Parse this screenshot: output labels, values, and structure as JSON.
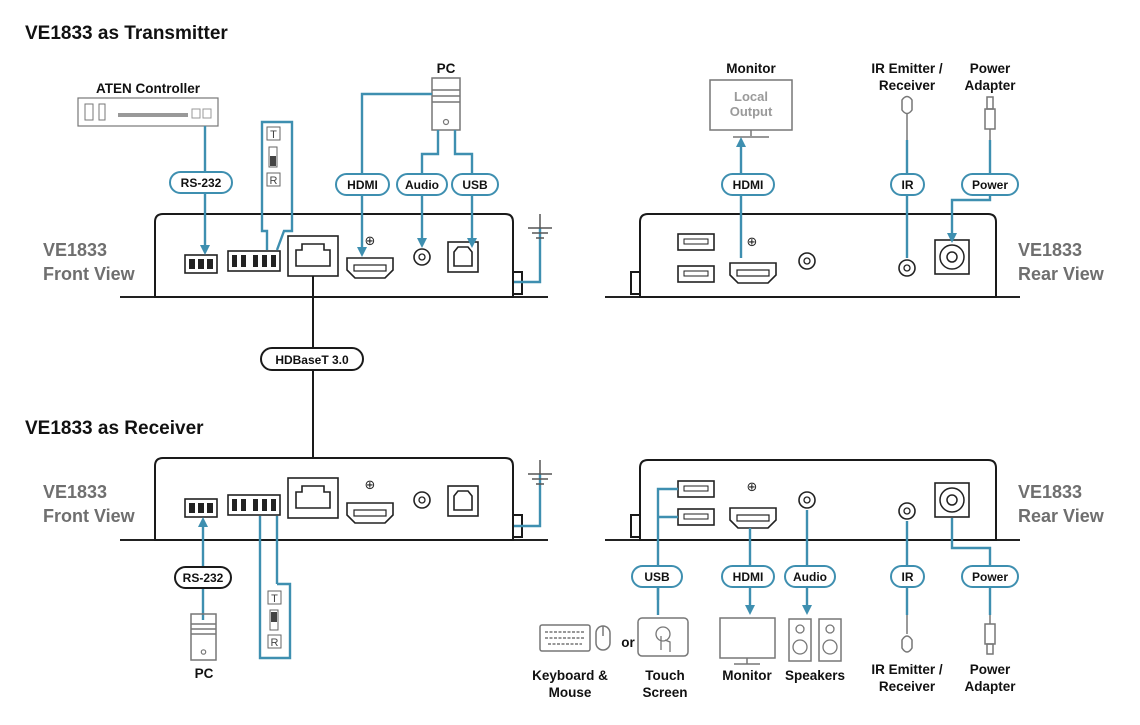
{
  "colors": {
    "connector": "#3e8fb0",
    "device_outline": "#1a1a1a",
    "device_label": "#6f6f6f",
    "peripheral": "#777777"
  },
  "transmitter": {
    "title": "VE1833 as Transmitter",
    "front_label_1": "VE1833",
    "front_label_2": "Front View",
    "rear_label_1": "VE1833",
    "rear_label_2": "Rear View",
    "aten_controller": "ATEN Controller",
    "pc": "PC",
    "switch_t": "T",
    "switch_r": "R",
    "monitor_title": "Monitor",
    "monitor_screen_1": "Local",
    "monitor_screen_2": "Output",
    "ir_label_1": "IR Emitter /",
    "ir_label_2": "Receiver",
    "power_label_1": "Power",
    "power_label_2": "Adapter",
    "pills": {
      "rs232": "RS-232",
      "hdmi": "HDMI",
      "audio": "Audio",
      "usb": "USB",
      "rear_hdmi": "HDMI",
      "ir": "IR",
      "power": "Power"
    }
  },
  "link": {
    "hdbaset": "HDBaseT 3.0"
  },
  "receiver": {
    "title": "VE1833 as Receiver",
    "front_label_1": "VE1833",
    "front_label_2": "Front View",
    "rear_label_1": "VE1833",
    "rear_label_2": "Rear View",
    "pc": "PC",
    "switch_t": "T",
    "switch_r": "R",
    "or_text": "or",
    "keyboard_label_1": "Keyboard &",
    "keyboard_label_2": "Mouse",
    "touch_label_1": "Touch",
    "touch_label_2": "Screen",
    "monitor": "Monitor",
    "speakers": "Speakers",
    "ir_label_1": "IR Emitter /",
    "ir_label_2": "Receiver",
    "power_label_1": "Power",
    "power_label_2": "Adapter",
    "pills": {
      "rs232": "RS-232",
      "usb": "USB",
      "hdmi": "HDMI",
      "audio": "Audio",
      "ir": "IR",
      "power": "Power"
    }
  }
}
